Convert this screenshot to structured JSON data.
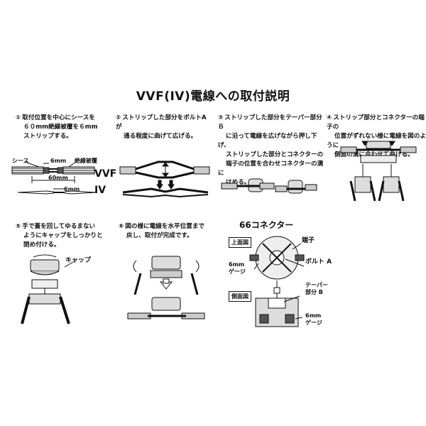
{
  "title": "VVF(IV)電線への取付説明",
  "steps": [
    {
      "num": "①",
      "lines": [
        "取付位置を中心にシースを",
        "６０mm絶縁被覆を６mm",
        "ストリップする。"
      ]
    },
    {
      "num": "②",
      "lines": [
        "ストリップした部分をボルトAが",
        "通る程度に曲げて広げる。"
      ]
    },
    {
      "num": "③",
      "lines": [
        "ストリップした部分をテーパー部分Ｂ",
        "に沿って電線を広げながら押し下げ、",
        "ストリップした部分とコネクターの",
        "端子の位置を合わせコネクターの溝に",
        "はめる。"
      ]
    },
    {
      "num": "④",
      "lines": [
        "ストリップ部分とコネクターの端子の",
        "位置がずれない様に電線を図のように",
        "側面の溝に合わせて曲げる。"
      ]
    },
    {
      "num": "⑤",
      "lines": [
        "手で蓋を回してゆるまない",
        "ようにキャップをしっかりと",
        "閉め付ける。"
      ]
    },
    {
      "num": "⑥",
      "lines": [
        "図の様に電線を水平位置まで",
        "戻し、取付が完成です。"
      ]
    }
  ],
  "fig1": {
    "sheath": "シース",
    "mm6_top": "6mm",
    "insulation": "絶縁被覆",
    "mm60": "60mm",
    "vvf": "VVF",
    "mm6_bottom": "6mm",
    "iv": "IV"
  },
  "fig5": {
    "cap": "キャップ"
  },
  "connector": {
    "title": "66コネクター",
    "top_view": "上面図",
    "side_view": "側面図",
    "terminal": "端子",
    "gauge6_a": "6mm\nゲージ",
    "bolt_a": "ボルト A",
    "taper_b": "テーパー\n部分 B",
    "gauge6_b": "6mm\nゲージ"
  }
}
